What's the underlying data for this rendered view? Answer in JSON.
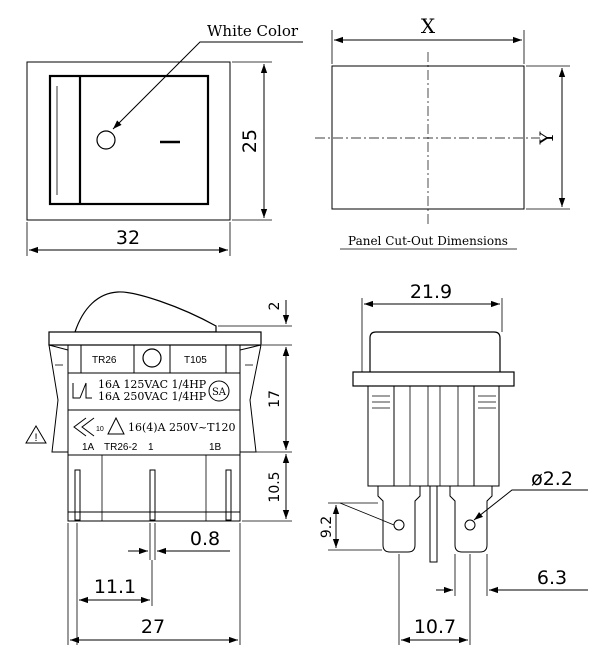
{
  "callouts": {
    "white_color": "White Color"
  },
  "front_view": {
    "width_dim": "32",
    "height_dim": "25",
    "off_mark": "|"
  },
  "cutout": {
    "x_label": "X",
    "y_label": "Y",
    "caption": "Panel  Cut-Out  Dimensions"
  },
  "side_view": {
    "label_tr26": "TR26",
    "label_t105": "T105",
    "rating_line1": "16A  125VAC  1/4HP",
    "rating_line2": "16A  250VAC  1/4HP",
    "rating_line3": "16(4)A  250V~T120",
    "cert_mark": "SA",
    "mark_small": "10",
    "terminal_1a": "1A",
    "terminal_model": "TR26-2",
    "terminal_1": "1",
    "terminal_1b": "1B",
    "dim_top": "2",
    "dim_body": "17",
    "dim_terminal": "10.5",
    "dim_thickness": "0.8",
    "dim_offset": "11.1",
    "dim_width": "27"
  },
  "end_view": {
    "dim_width": "21.9",
    "dim_hole": "ø2.2",
    "dim_hole_height": "9.2",
    "dim_pitch": "6.3",
    "dim_span": "10.7"
  },
  "warning": {
    "symbol": "!"
  }
}
